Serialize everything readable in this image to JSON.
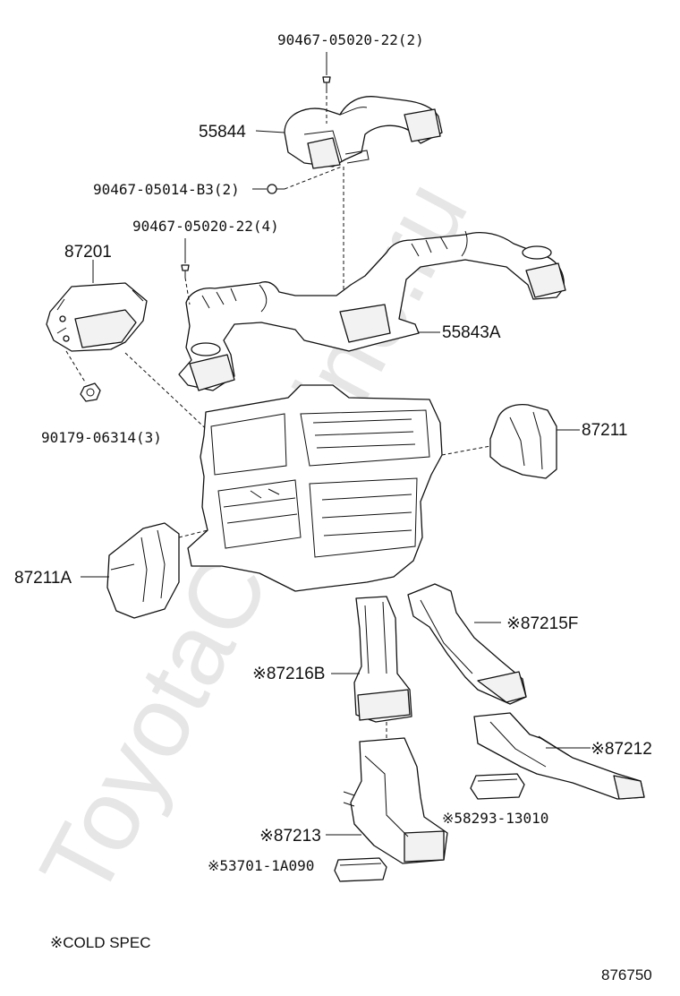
{
  "watermark": "ToyotaCarMine.ru",
  "labels": {
    "p90467_05020_22_2": "90467-05020-22(2)",
    "p55844": "55844",
    "p90467_05014_B3_2": "90467-05014-B3(2)",
    "p90467_05020_22_4": "90467-05020-22(4)",
    "p87201": "87201",
    "p55843A": "55843A",
    "p90179_06314_3": "90179-06314(3)",
    "p87211": "87211",
    "p87211A": "87211A",
    "p87215F": "※87215F",
    "p87216B": "※87216B",
    "p87212": "※87212",
    "p58293_13010": "※58293-13010",
    "p87213": "※87213",
    "p53701_1A090": "※53701-1A090"
  },
  "footnote": "※COLD SPEC",
  "diagram_number": "876750"
}
